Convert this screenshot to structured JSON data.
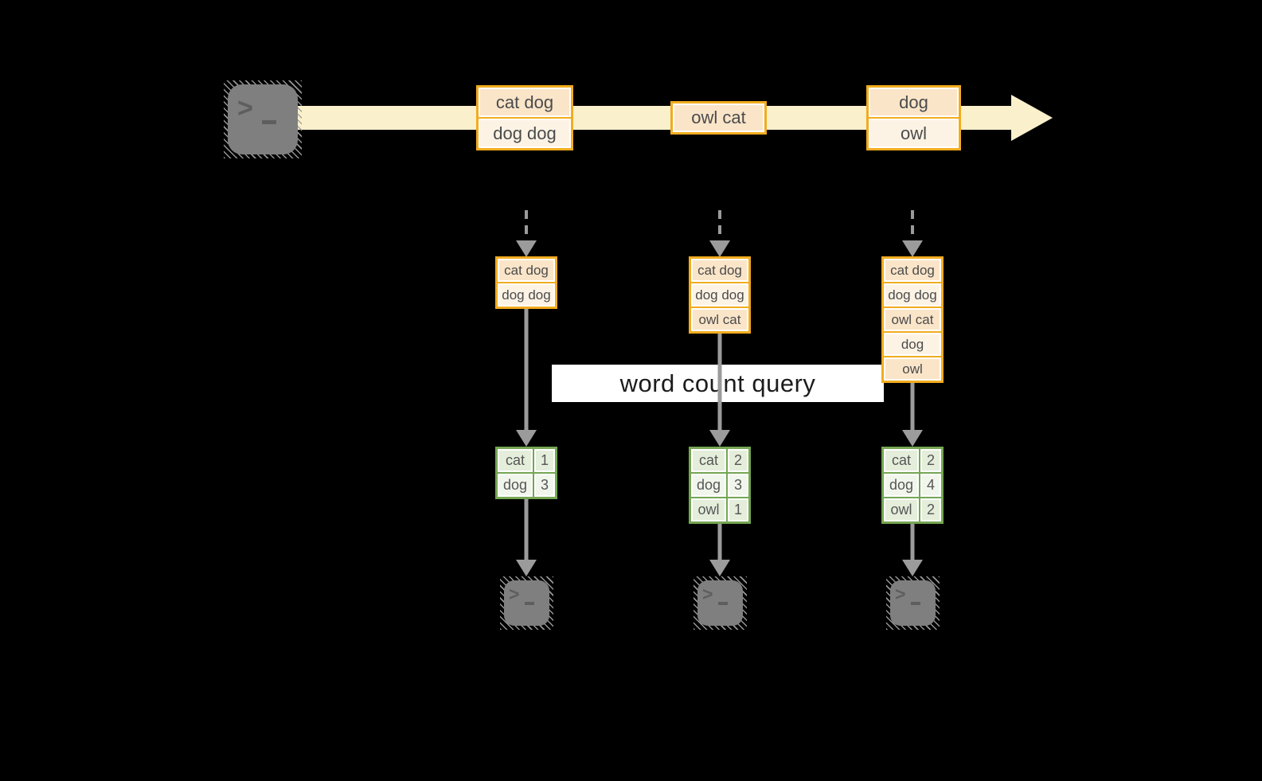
{
  "colors": {
    "background": "#000000",
    "stream_band": "#FAF0CB",
    "orange_border": "#F2AC1E",
    "cell_peach": "#FAE5C9",
    "cell_cream": "#FDF3E5",
    "green_border": "#75A653",
    "green_cell_dark": "#E4EEDB",
    "green_cell_light": "#F1F6EC",
    "arrow_gray": "#9B9B9B",
    "terminal_gray": "#7F7F7F",
    "label_background": "#FFFFFF",
    "label_text": "#1C1C1C",
    "box_text": "#4B4B4B"
  },
  "icons": {
    "terminal_prompt": ">"
  },
  "timeline_events": [
    {
      "cells": [
        "cat dog",
        "dog dog"
      ]
    },
    {
      "cells": [
        "owl cat"
      ]
    },
    {
      "cells": [
        "dog",
        "owl"
      ]
    }
  ],
  "state_batches": [
    {
      "cells": [
        "cat dog",
        "dog dog"
      ]
    },
    {
      "cells": [
        "cat dog",
        "dog dog",
        "owl cat"
      ]
    },
    {
      "cells": [
        "cat dog",
        "dog dog",
        "owl cat",
        "dog",
        "owl"
      ]
    }
  ],
  "query_label": "word count query",
  "result_tables": [
    {
      "rows": [
        {
          "word": "cat",
          "count": "1"
        },
        {
          "word": "dog",
          "count": "3"
        }
      ]
    },
    {
      "rows": [
        {
          "word": "cat",
          "count": "2"
        },
        {
          "word": "dog",
          "count": "3"
        },
        {
          "word": "owl",
          "count": "1"
        }
      ]
    },
    {
      "rows": [
        {
          "word": "cat",
          "count": "2"
        },
        {
          "word": "dog",
          "count": "4"
        },
        {
          "word": "owl",
          "count": "2"
        }
      ]
    }
  ]
}
